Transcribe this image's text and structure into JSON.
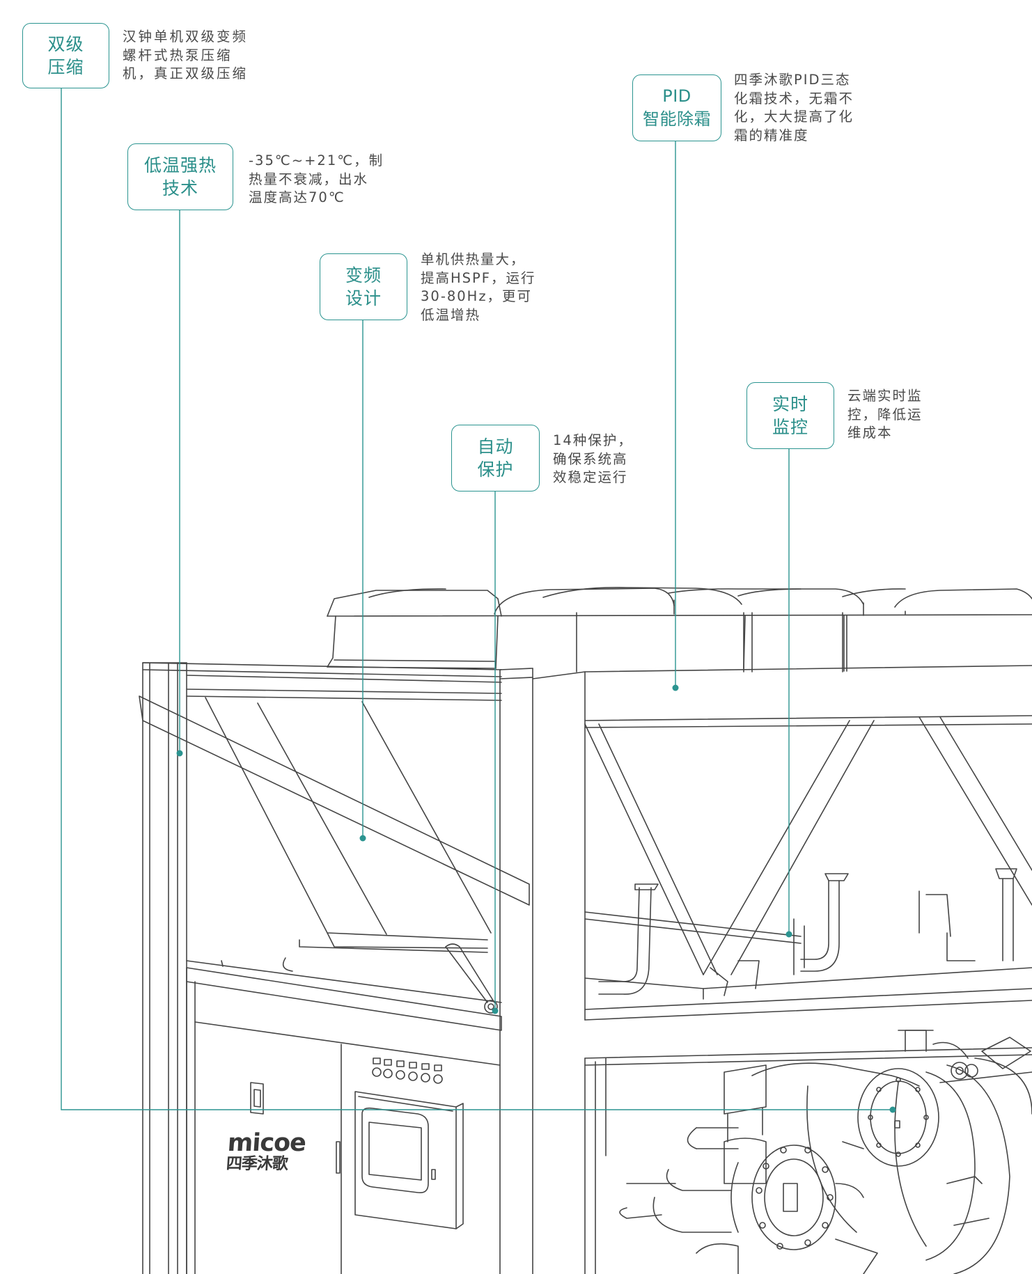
{
  "colors": {
    "accent": "#2b9490",
    "line_art": "#444444",
    "text": "#4a4a4a"
  },
  "callouts": [
    {
      "title": [
        "双级",
        "压缩"
      ],
      "desc": [
        "汉钟单机双级变频",
        "螺杆式热泵压缩",
        "机，真正双级压缩"
      ]
    },
    {
      "title": [
        "低温强热",
        "技术"
      ],
      "desc": [
        "-35℃~+21℃，制",
        "热量不衰减，出水",
        "温度高达70℃"
      ]
    },
    {
      "title": [
        "变频",
        "设计"
      ],
      "desc": [
        "单机供热量大，",
        "提高HSPF，运行",
        "30-80Hz，更可",
        "低温增热"
      ]
    },
    {
      "title": [
        "自动",
        "保护"
      ],
      "desc": [
        "14种保护，",
        "确保系统高",
        "效稳定运行"
      ]
    },
    {
      "title": [
        "PID",
        "智能除霜"
      ],
      "desc": [
        "四季沐歌PID三态",
        "化霜技术，无霜不",
        "化，大大提高了化",
        "霜的精准度"
      ]
    },
    {
      "title": [
        "实时",
        "监控"
      ],
      "desc": [
        "云端实时监",
        "控，降低运",
        "维成本"
      ]
    }
  ],
  "brand": {
    "logo_en": "micoe",
    "logo_cn": "四季沐歌"
  }
}
